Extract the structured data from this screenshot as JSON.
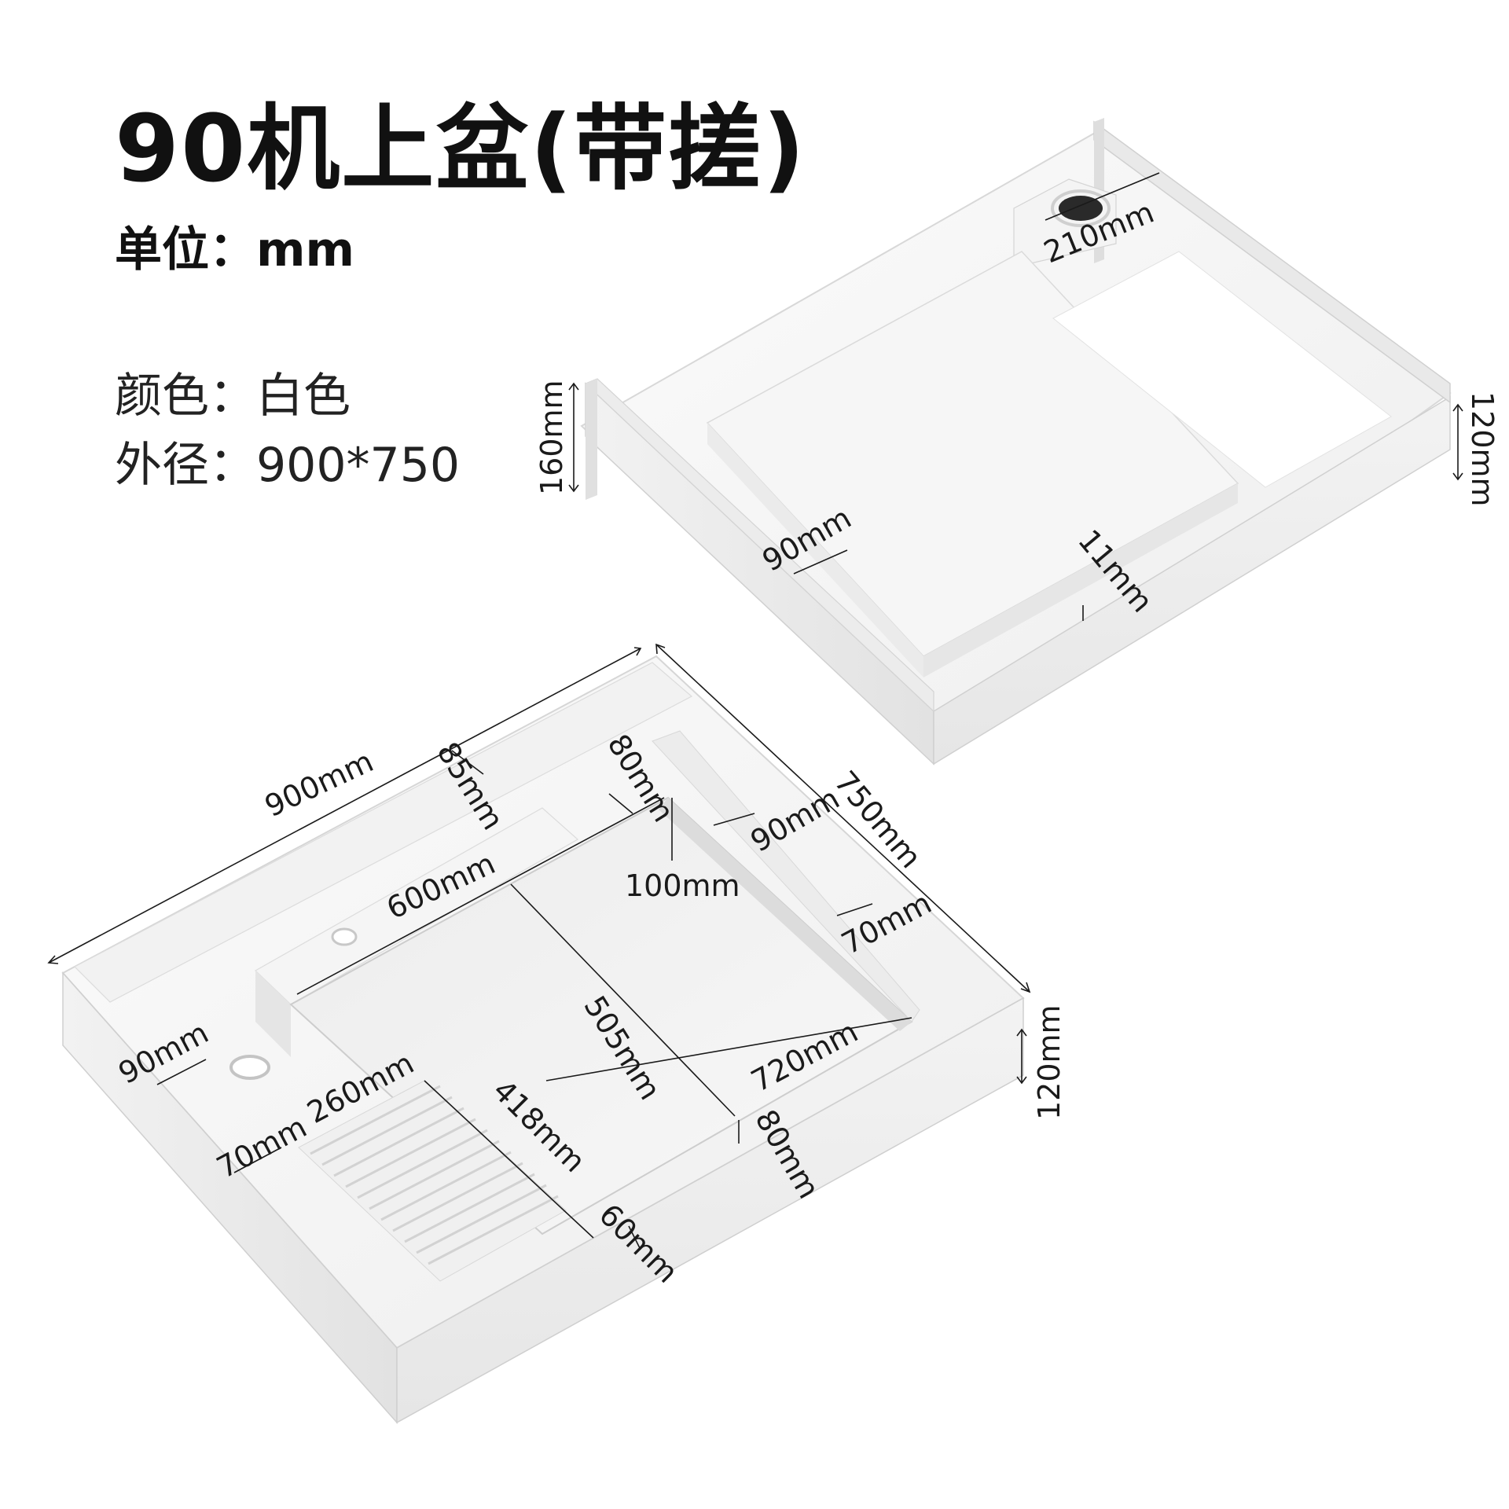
{
  "header": {
    "title": "90机上盆(带搓)",
    "unit": "单位：mm",
    "color": "颜色：白色",
    "size": "外径：900*750"
  },
  "colors": {
    "basin_white": "#f7f7f7",
    "basin_shadow": "#e4e4e4",
    "line": "#1a1a1a"
  },
  "dimensions": {
    "top_view": {
      "overall_width": "900mm",
      "overall_depth": "750mm",
      "back_ledge": "85mm",
      "inner_back_ledge": "80mm",
      "basin_width": "600mm",
      "right_margin": "90mm",
      "step_height": "100mm",
      "side_margin": "70mm",
      "basin_depth": "505mm",
      "inner_length": "720mm",
      "front_margin": "80mm",
      "left_margin": "90mm",
      "board_width": "260mm",
      "board_length": "418mm",
      "board_left": "70mm",
      "board_front": "60mm",
      "edge_height": "120mm"
    },
    "side_view": {
      "back_height": "160mm",
      "rim_height": "120mm",
      "hole_ledge": "210mm",
      "step_offset": "90mm",
      "wall_thickness": "11mm"
    }
  }
}
